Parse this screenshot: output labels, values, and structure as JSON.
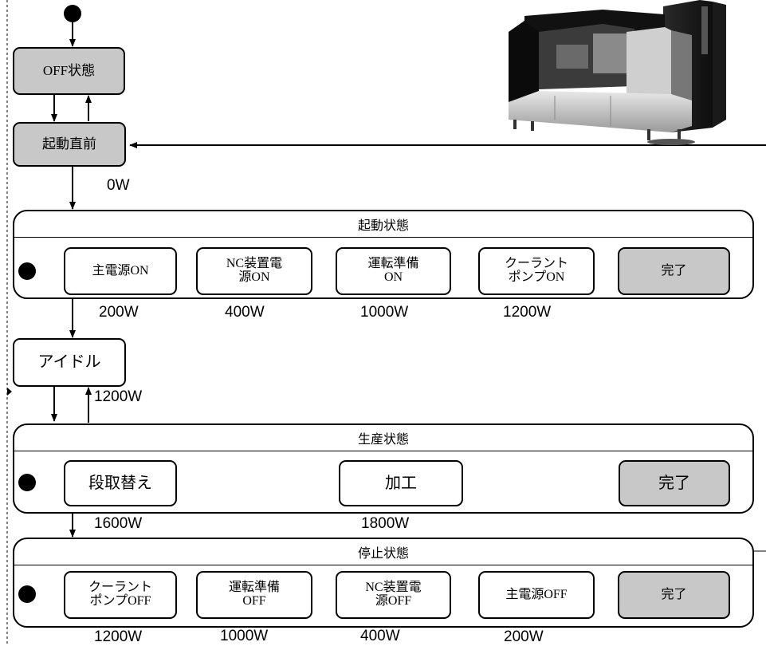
{
  "states": {
    "off": "OFF状態",
    "pre_start": "起動直前",
    "idle": "アイドル"
  },
  "startup": {
    "title": "起動状態",
    "steps": [
      "主電源ON",
      "NC装置電\n源ON",
      "運転準備\nON",
      "クーラント\nポンプON"
    ],
    "done": "完了",
    "powers": [
      "200W",
      "400W",
      "1000W",
      "1200W"
    ]
  },
  "production": {
    "title": "生産状態",
    "steps": [
      "段取替え",
      "加工"
    ],
    "done": "完了",
    "powers": [
      "1600W",
      "1800W"
    ]
  },
  "shutdown": {
    "title": "停止状態",
    "steps": [
      "クーラント\nポンプOFF",
      "運転準備\nOFF",
      "NC装置電\n源OFF",
      "主電源OFF"
    ],
    "done": "完了",
    "powers": [
      "1200W",
      "1000W",
      "400W",
      "200W"
    ]
  },
  "power_labels": {
    "pre_start": "0W",
    "idle_return": "1200W"
  }
}
